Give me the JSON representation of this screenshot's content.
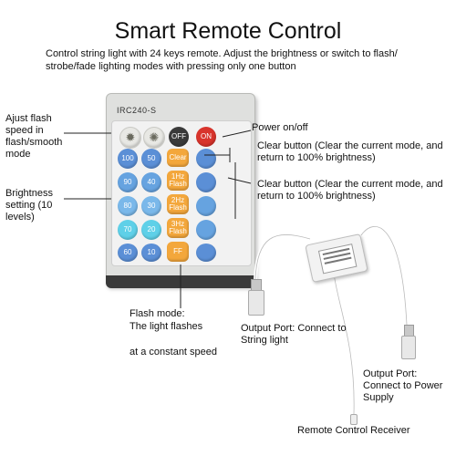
{
  "title": "Smart Remote Control",
  "subtitle": "Control string light with 24 keys remote. Adjust the brightness or switch to flash/ strobe/fade lighting modes with pressing only one button",
  "remote": {
    "model": "IRC240-S",
    "keys": {
      "off": "OFF",
      "on": "ON",
      "clear": "Clear",
      "flash1": "1Hz Flash",
      "flash2": "2Hz Flash",
      "flash3": "3Hz Flash",
      "ff": "FF",
      "b100": "100",
      "b50": "50",
      "b90": "90",
      "b40": "40",
      "b80": "80",
      "b30": "30",
      "b70": "70",
      "b20": "20",
      "b60": "60",
      "b10": "10"
    }
  },
  "labels": {
    "adjust_flash": "Ajust flash speed in flash/smooth mode",
    "brightness": "Brightness setting (10 levels)",
    "power": "Power on/off",
    "clear1": "Clear button (Clear the current mode, and return to 100% brightness)",
    "clear2": "Clear button (Clear the current mode, and return to 100% brightness)",
    "flash_mode_1": "Flash mode:",
    "flash_mode_2": "The light flashes",
    "flash_mode_3": "at a constant speed",
    "output_string": "Output Port: Connect to String light",
    "output_power": "Output Port: Connect to Power Supply",
    "receiver": "Remote Control Receiver"
  }
}
